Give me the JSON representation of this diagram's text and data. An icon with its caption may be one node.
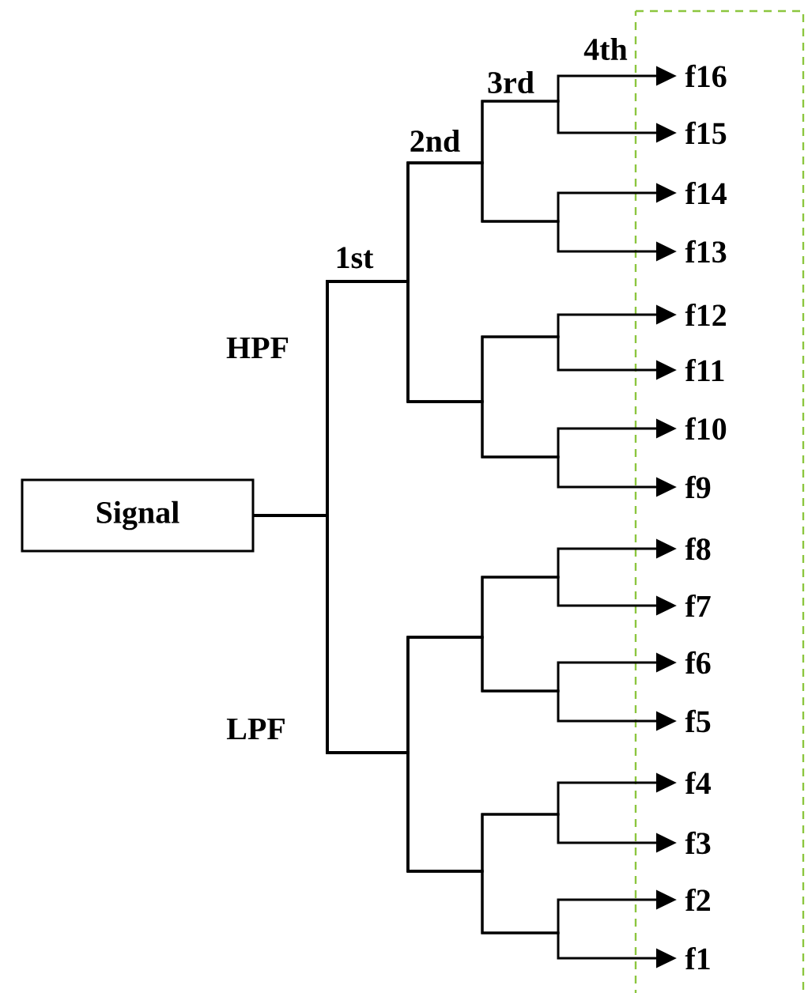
{
  "diagram": {
    "nodes": [
      {
        "text": [
          "Signal"
        ]
      },
      {
        "text": [
          "f16"
        ]
      },
      {
        "text": [
          "f15"
        ]
      },
      {
        "text": [
          "f14"
        ]
      },
      {
        "text": [
          "f13"
        ]
      },
      {
        "text": [
          "f12"
        ]
      },
      {
        "text": [
          "f11"
        ]
      },
      {
        "text": [
          "f10"
        ]
      },
      {
        "text": [
          "f9"
        ]
      },
      {
        "text": [
          "f8"
        ]
      },
      {
        "text": [
          "f7"
        ]
      },
      {
        "text": [
          "f6"
        ]
      },
      {
        "text": [
          "f5"
        ]
      },
      {
        "text": [
          "f4"
        ]
      },
      {
        "text": [
          "f3"
        ]
      },
      {
        "text": [
          "f2"
        ]
      },
      {
        "text": [
          "f1"
        ]
      }
    ],
    "edges": [
      {
        "from": 0,
        "to": 1,
        "arrow": "to"
      },
      {
        "from": 0,
        "to": 2,
        "arrow": "to"
      },
      {
        "from": 0,
        "to": 3,
        "arrow": "to"
      },
      {
        "from": 0,
        "to": 4,
        "arrow": "to"
      },
      {
        "from": 0,
        "to": 5,
        "arrow": "to"
      },
      {
        "from": 0,
        "to": 6,
        "arrow": "to"
      },
      {
        "from": 0,
        "to": 7,
        "arrow": "to"
      },
      {
        "from": 0,
        "to": 8,
        "arrow": "to"
      },
      {
        "from": 0,
        "to": 9,
        "arrow": "to"
      },
      {
        "from": 0,
        "to": 10,
        "arrow": "to"
      },
      {
        "from": 0,
        "to": 11,
        "arrow": "to"
      },
      {
        "from": 0,
        "to": 12,
        "arrow": "to"
      },
      {
        "from": 0,
        "to": 13,
        "arrow": "to"
      },
      {
        "from": 0,
        "to": 14,
        "arrow": "to"
      },
      {
        "from": 0,
        "to": 15,
        "arrow": "to"
      },
      {
        "from": 0,
        "to": 16,
        "arrow": "to"
      }
    ],
    "labels": [
      "4th",
      "3rd",
      "2nd",
      "1st",
      "HPF",
      "LPF"
    ]
  }
}
